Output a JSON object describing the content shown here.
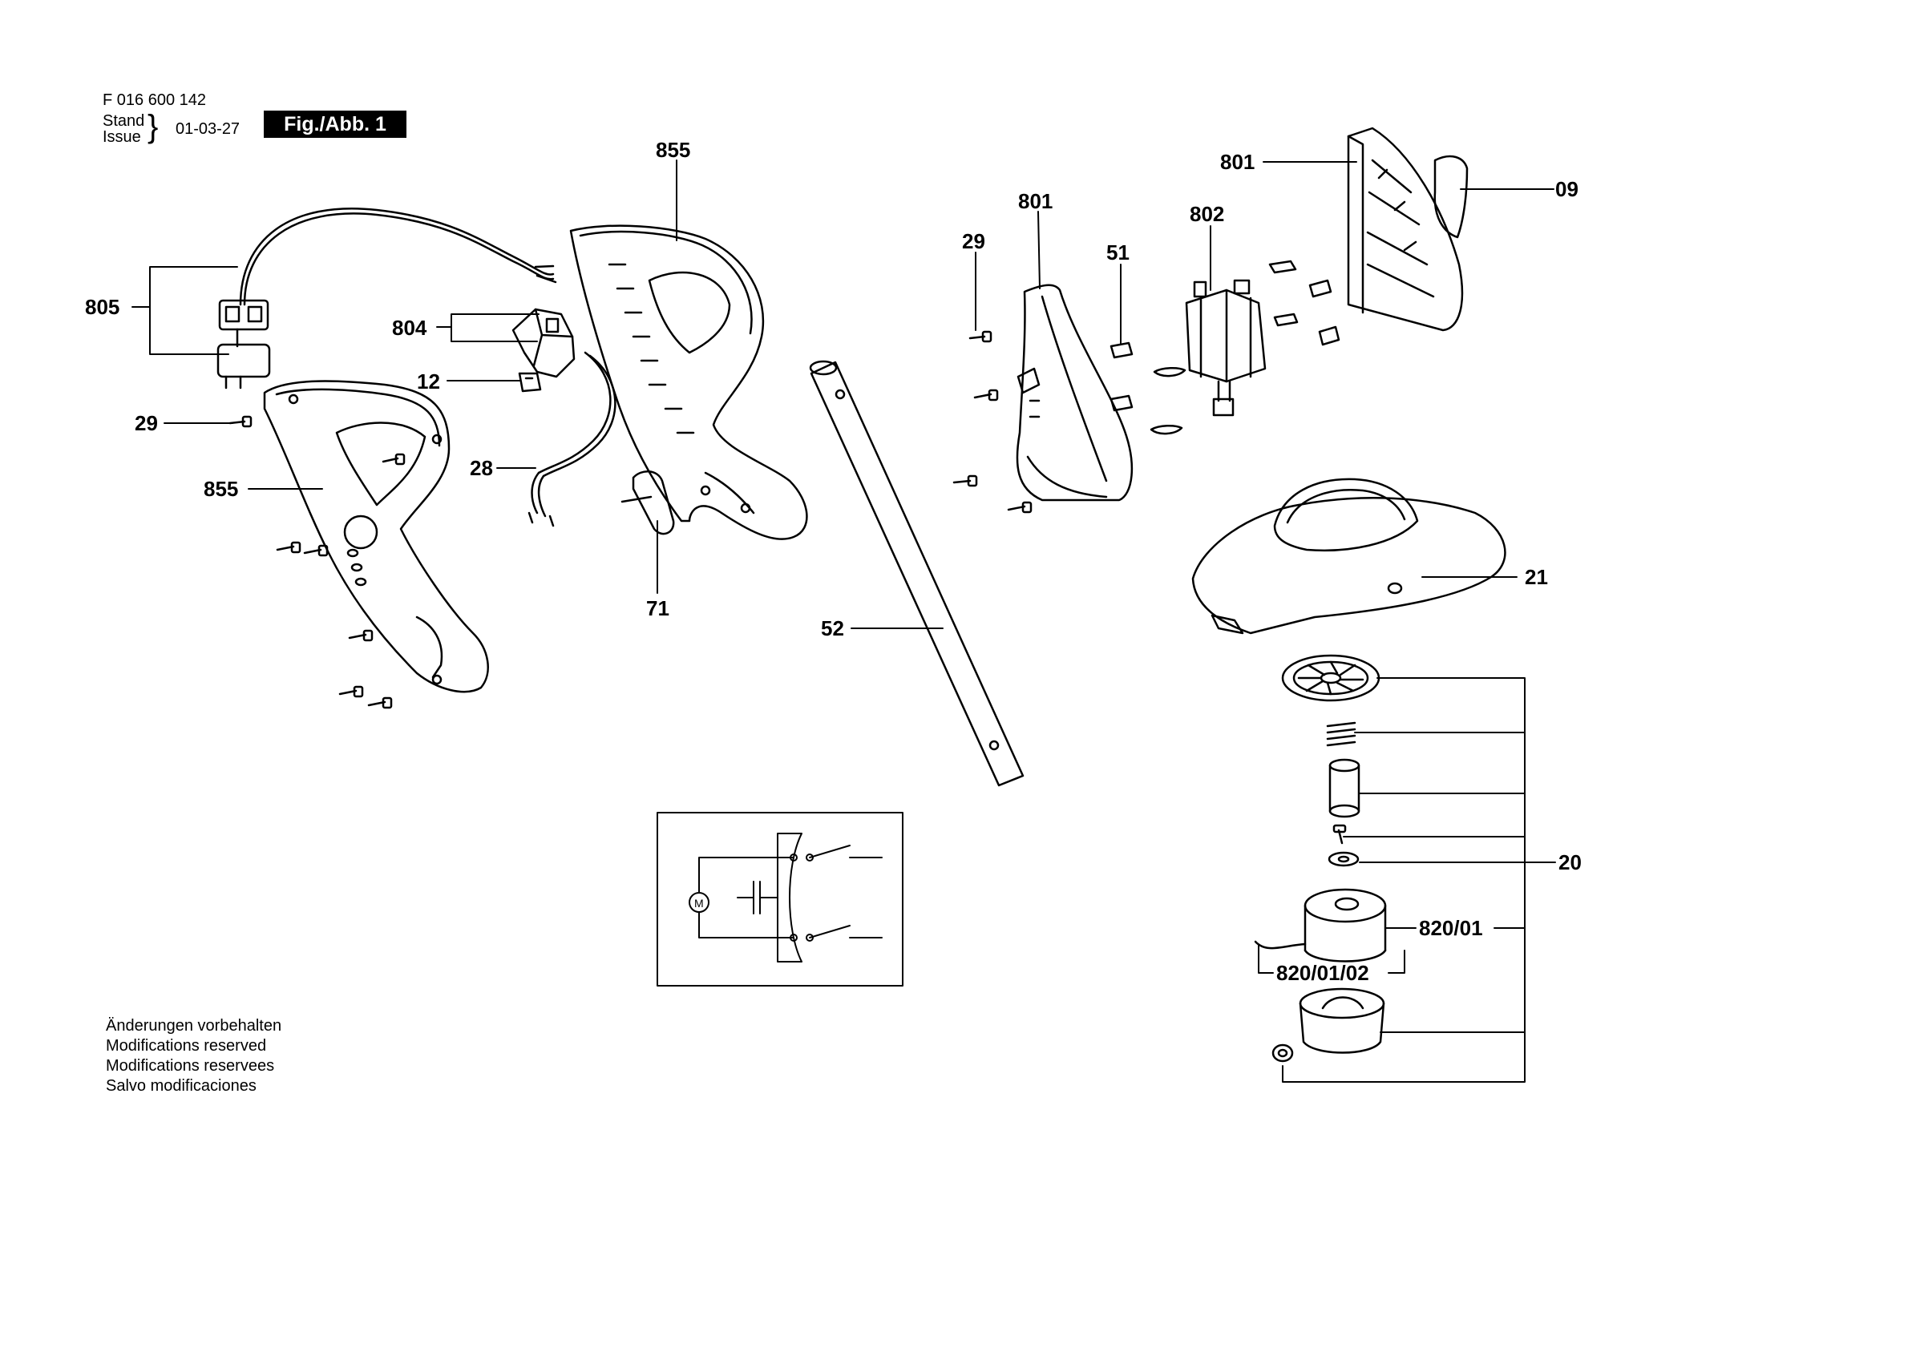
{
  "header": {
    "doc_number": "F 016 600 142",
    "stand_label": "Stand",
    "issue_label": "Issue",
    "date": "01-03-27",
    "figure_label": "Fig./Abb. 1"
  },
  "notes": [
    "Änderungen vorbehalten",
    "Modifications reserved",
    "Modifications reservees",
    "Salvo modificaciones"
  ],
  "parts": {
    "p805": "805",
    "p804": "804",
    "p12": "12",
    "p29_left": "29",
    "p855_left": "855",
    "p28": "28",
    "p855_top": "855",
    "p71": "71",
    "p52": "52",
    "p29_mid": "29",
    "p801_mid": "801",
    "p51": "51",
    "p802": "802",
    "p801_top": "801",
    "p09": "09",
    "p21": "21",
    "p20": "20",
    "p820_01": "820/01",
    "p820_01_02": "820/01/02"
  },
  "schematic": {
    "motor_symbol": "M"
  }
}
